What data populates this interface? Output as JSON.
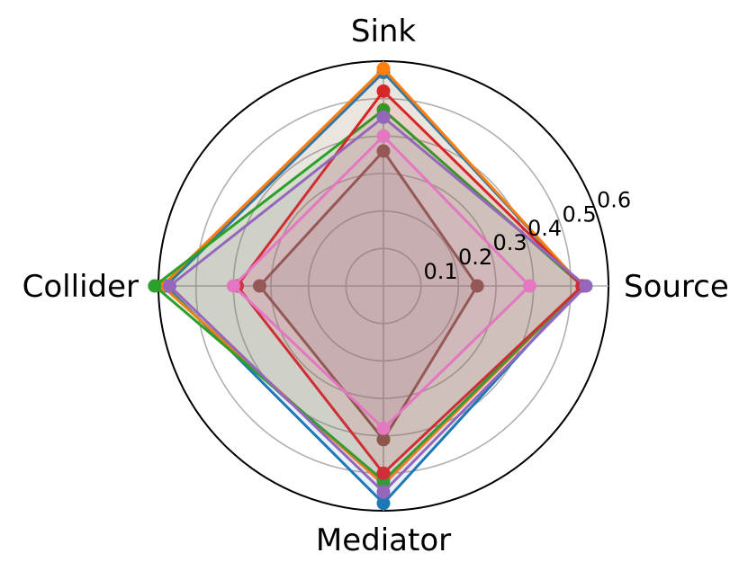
{
  "chart_data": {
    "type": "radar",
    "axes": [
      "Source",
      "Sink",
      "Mediator",
      "Collider"
    ],
    "rlim": [
      0,
      0.6
    ],
    "radial_ticks": [
      0.1,
      0.2,
      0.3,
      0.4,
      0.5,
      0.6
    ],
    "radial_tick_labels": [
      "0.1",
      "0.2",
      "0.3",
      "0.4",
      "0.5",
      "0.6"
    ],
    "grid": true,
    "series": [
      {
        "color": "#1f77b4",
        "values": {
          "Source": 0.53,
          "Sink": 0.57,
          "Mediator": 0.58,
          "Collider": 0.58
        }
      },
      {
        "color": "#ff7f0e",
        "values": {
          "Source": 0.53,
          "Sink": 0.58,
          "Mediator": 0.53,
          "Collider": 0.59
        }
      },
      {
        "color": "#2ca02c",
        "values": {
          "Source": 0.53,
          "Sink": 0.47,
          "Mediator": 0.52,
          "Collider": 0.61
        }
      },
      {
        "color": "#d62728",
        "values": {
          "Source": 0.53,
          "Sink": 0.52,
          "Mediator": 0.5,
          "Collider": 0.39
        }
      },
      {
        "color": "#9467bd",
        "values": {
          "Source": 0.54,
          "Sink": 0.45,
          "Mediator": 0.55,
          "Collider": 0.57
        }
      },
      {
        "color": "#8c564b",
        "values": {
          "Source": 0.25,
          "Sink": 0.36,
          "Mediator": 0.41,
          "Collider": 0.33
        }
      },
      {
        "color": "#e377c2",
        "values": {
          "Source": 0.39,
          "Sink": 0.4,
          "Mediator": 0.38,
          "Collider": 0.4
        }
      }
    ]
  }
}
